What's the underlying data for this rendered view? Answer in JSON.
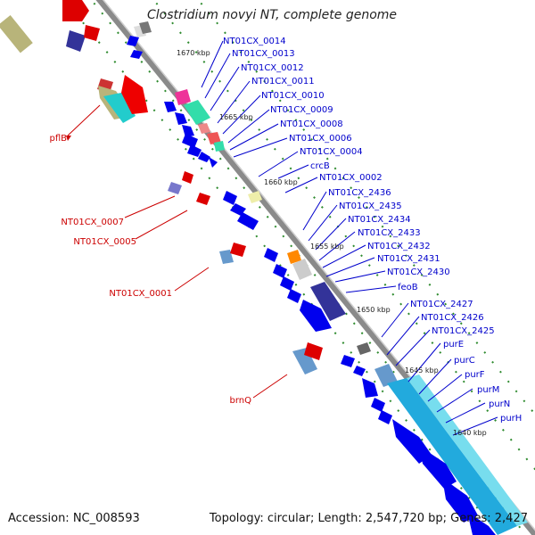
{
  "title": "Clostridium novyi NT, complete genome",
  "footer": {
    "accession": "Accession: NC_008593",
    "summary": "Topology: circular; Length: 2,547,720 bp; Genes: 2,427"
  },
  "colors": {
    "forward_label": "#0000cc",
    "reverse_label": "#cc0000",
    "backbone": "#8a8a8a",
    "ruler_dots": "#2e8b2e"
  },
  "ruler": [
    {
      "label": "1670 kbp"
    },
    {
      "label": "1665 kbp"
    },
    {
      "label": "1660 kbp"
    },
    {
      "label": "1655 kbp"
    },
    {
      "label": "1650 kbp"
    },
    {
      "label": "1645 kbp"
    },
    {
      "label": "1640 kbp"
    }
  ],
  "forward_genes": [
    {
      "label": "NT01CX_0014"
    },
    {
      "label": "NT01CX_0013"
    },
    {
      "label": "NT01CX_0012"
    },
    {
      "label": "NT01CX_0011"
    },
    {
      "label": "NT01CX_0010"
    },
    {
      "label": "NT01CX_0009"
    },
    {
      "label": "NT01CX_0008"
    },
    {
      "label": "NT01CX_0006"
    },
    {
      "label": "NT01CX_0004"
    },
    {
      "label": "crcB"
    },
    {
      "label": "NT01CX_0002"
    },
    {
      "label": "NT01CX_2436"
    },
    {
      "label": "NT01CX_2435"
    },
    {
      "label": "NT01CX_2434"
    },
    {
      "label": "NT01CX_2433"
    },
    {
      "label": "NT01CX_2432"
    },
    {
      "label": "NT01CX_2431"
    },
    {
      "label": "NT01CX_2430"
    },
    {
      "label": "feoB"
    },
    {
      "label": "NT01CX_2427"
    },
    {
      "label": "NT01CX_2426"
    },
    {
      "label": "NT01CX_2425"
    },
    {
      "label": "purE"
    },
    {
      "label": "purC"
    },
    {
      "label": "purF"
    },
    {
      "label": "purM"
    },
    {
      "label": "purN"
    },
    {
      "label": "purH"
    }
  ],
  "reverse_genes": [
    {
      "label": "pflB"
    },
    {
      "label": "NT01CX_0007"
    },
    {
      "label": "NT01CX_0005"
    },
    {
      "label": "NT01CX_0001"
    },
    {
      "label": "brnQ"
    }
  ]
}
